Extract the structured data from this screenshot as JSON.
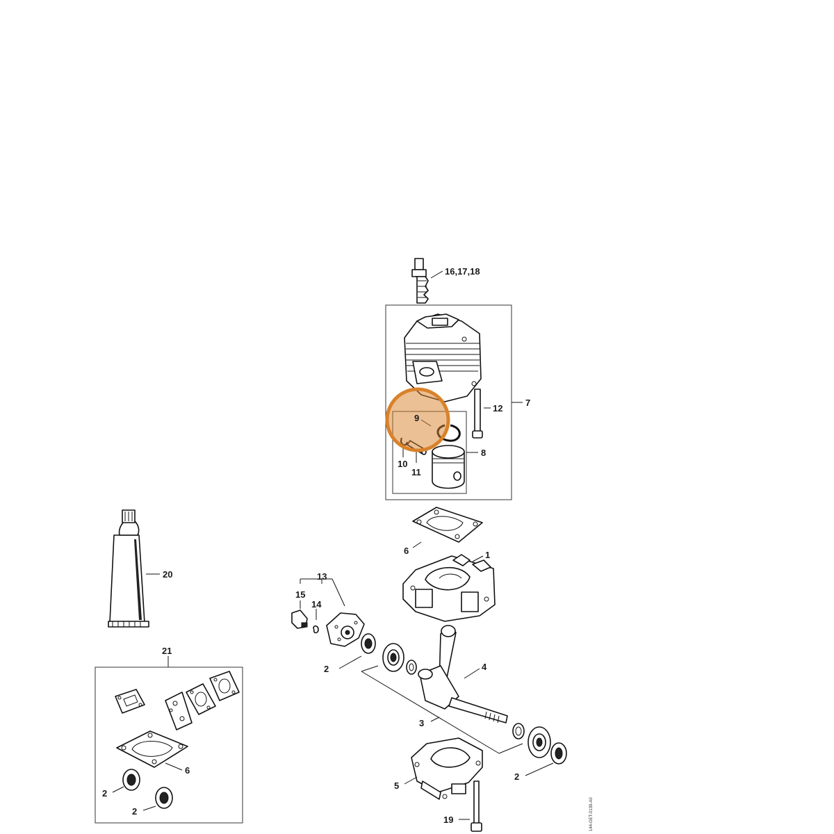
{
  "callouts": {
    "c16_17_18": "16,17,18",
    "c7": "7",
    "c12": "12",
    "c9": "9",
    "c8": "8",
    "c10": "10",
    "c11": "11",
    "c6a": "6",
    "c1": "1",
    "c13": "13",
    "c15": "15",
    "c14": "14",
    "c4": "4",
    "c2a": "2",
    "c3": "3",
    "c2b": "2",
    "c5": "5",
    "c19": "19",
    "c20": "20",
    "c21": "21",
    "c6b": "6",
    "c2c": "2",
    "c2d": "2"
  },
  "document_id": "144-GET-0139-A0",
  "highlight": {
    "color": "#d9822b",
    "target_part": "9"
  }
}
